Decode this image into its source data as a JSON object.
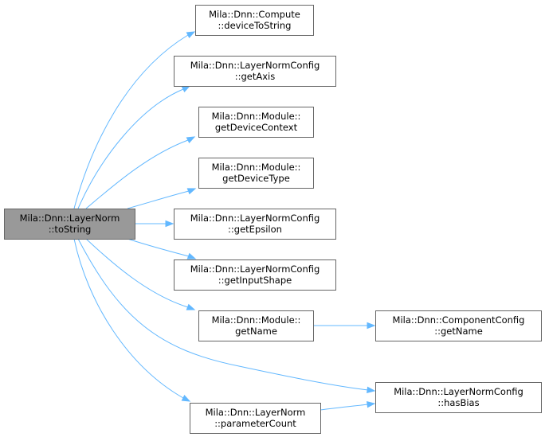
{
  "colors": {
    "root_fill": "#999999",
    "node_fill": "#ffffff",
    "border": "#666666",
    "edge": "#63b8ff",
    "text": "#000000"
  },
  "nodes": [
    {
      "id": "root",
      "lines": [
        "Mila::Dnn::LayerNorm",
        "::toString"
      ]
    },
    {
      "id": "deviceToString",
      "lines": [
        "Mila::Dnn::Compute",
        "::deviceToString"
      ]
    },
    {
      "id": "getAxis",
      "lines": [
        "Mila::Dnn::LayerNormConfig",
        "::getAxis"
      ]
    },
    {
      "id": "getDeviceContext",
      "lines": [
        "Mila::Dnn::Module::",
        "getDeviceContext"
      ]
    },
    {
      "id": "getDeviceType",
      "lines": [
        "Mila::Dnn::Module::",
        "getDeviceType"
      ]
    },
    {
      "id": "getEpsilon",
      "lines": [
        "Mila::Dnn::LayerNormConfig",
        "::getEpsilon"
      ]
    },
    {
      "id": "getInputShape",
      "lines": [
        "Mila::Dnn::LayerNormConfig",
        "::getInputShape"
      ]
    },
    {
      "id": "getName",
      "lines": [
        "Mila::Dnn::Module::",
        "getName"
      ]
    },
    {
      "id": "cc_getName",
      "lines": [
        "Mila::Dnn::ComponentConfig",
        "::getName"
      ]
    },
    {
      "id": "hasBias",
      "lines": [
        "Mila::Dnn::LayerNormConfig",
        "::hasBias"
      ]
    },
    {
      "id": "parameterCount",
      "lines": [
        "Mila::Dnn::LayerNorm",
        "::parameterCount"
      ]
    }
  ],
  "edges": [
    {
      "from": "root",
      "to": "deviceToString"
    },
    {
      "from": "root",
      "to": "getAxis"
    },
    {
      "from": "root",
      "to": "getDeviceContext"
    },
    {
      "from": "root",
      "to": "getDeviceType"
    },
    {
      "from": "root",
      "to": "getEpsilon"
    },
    {
      "from": "root",
      "to": "getInputShape"
    },
    {
      "from": "root",
      "to": "getName"
    },
    {
      "from": "root",
      "to": "hasBias"
    },
    {
      "from": "root",
      "to": "parameterCount"
    },
    {
      "from": "getName",
      "to": "cc_getName"
    },
    {
      "from": "parameterCount",
      "to": "hasBias"
    }
  ]
}
